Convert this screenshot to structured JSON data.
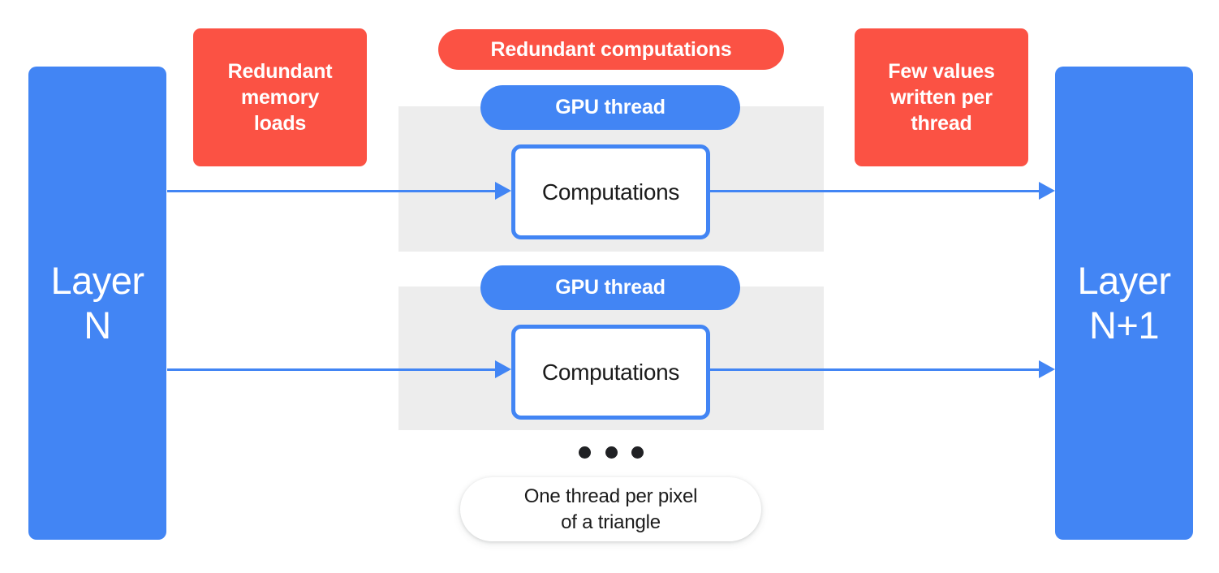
{
  "diagram": {
    "title": "GPU thread-per-pixel fragment shading data flow",
    "colors": {
      "blue": "#4285F4",
      "red": "#FB5244",
      "band_gray": "#EDEDED",
      "text_dark": "#1b1b1b",
      "white": "#ffffff"
    },
    "layers": {
      "input": "Layer\nN",
      "output": "Layer\nN+1"
    },
    "callouts": {
      "memory_loads": "Redundant\nmemory\nloads",
      "redundant_computations": "Redundant computations",
      "values_written": "Few values\nwritten per\nthread"
    },
    "threads": [
      {
        "pill_label": "GPU thread",
        "compute_label": "Computations"
      },
      {
        "pill_label": "GPU thread",
        "compute_label": "Computations"
      }
    ],
    "ellipsis": {
      "dot_count": 3,
      "meaning": "more-threads-indicator"
    },
    "note": "One thread per pixel\nof a triangle"
  }
}
